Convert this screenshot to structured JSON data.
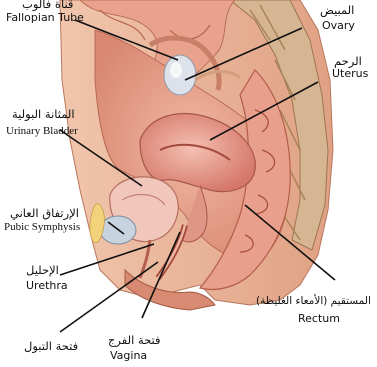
{
  "labels": {
    "fallopian_tube": {
      "ar": "قناة فالوب",
      "en": "Fallopian Tube"
    },
    "ovary": {
      "ar": "المبيض",
      "en": "Ovary"
    },
    "uterus": {
      "ar": "الرحم",
      "en": "Uterus"
    },
    "urinary_bladder": {
      "ar": "المثانة البولية",
      "en": "Urinary Bladder"
    },
    "pubic_symphysis": {
      "ar": "الإرتفاق العاني",
      "en": "Pubic Symphysis"
    },
    "urethra": {
      "ar": "الإحليل",
      "en": "Urethra"
    },
    "rectum": {
      "ar": "المستقيم (الأمعاء الغليظة)",
      "en": "Rectum"
    },
    "vaginal_opening": {
      "ar": "فتحة الفرج",
      "en": "Vagina"
    },
    "urinary_opening": {
      "ar": "فتحة التبول"
    }
  },
  "colors": {
    "tissue": "#e8a48e",
    "tissue_dark": "#c9705a",
    "uterus": "#e59a8f",
    "fat": "#f2d37a",
    "bone": "#d9c7a8",
    "bladder": "#b9c7d9",
    "skin": "#eab49a",
    "line": "#111111"
  }
}
